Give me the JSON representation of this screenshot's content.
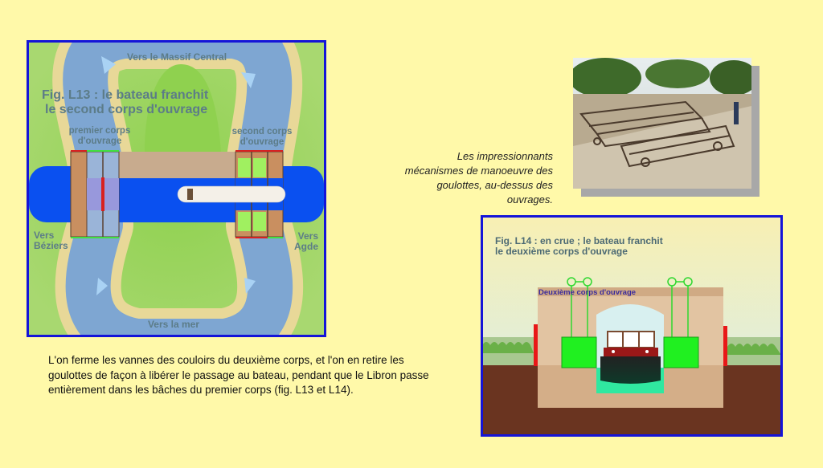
{
  "fig13": {
    "title_line1": "Fig. L13 : le bateau franchit",
    "title_line2": "le second corps d'ouvrage",
    "north": "Vers le Massif Central",
    "south": "Vers la mer",
    "west_line1": "Vers",
    "west_line2": "Béziers",
    "east_line1": "Vers",
    "east_line2": "Agde",
    "first_body_line1": "premier corps",
    "first_body_line2": "d'ouvrage",
    "second_body_line1": "second corps",
    "second_body_line2": "d'ouvrage"
  },
  "photo_caption": {
    "line1": "Les impressionnants",
    "line2": "mécanismes de manoeuvre des",
    "line3": "goulottes, au-dessus des",
    "line4": "ouvrages."
  },
  "fig14": {
    "title_line1": "Fig. L14 : en crue ; le bateau franchit",
    "title_line2": "le deuxième corps d'ouvrage",
    "structure_label": "Deuxième corps d'ouvrage"
  },
  "paragraph": "L'on ferme les vannes des couloirs du deuxième corps, et l'on en retire les goulottes de façon à libérer le passage au bateau, pendant que le Libron passe entièrement dans les bâches du premier corps (fig. L13 et L14).",
  "colors": {
    "background": "#fff9a9",
    "frame": "#1414d8",
    "canal": "#0a50f0",
    "river": "#7ea6d2"
  }
}
